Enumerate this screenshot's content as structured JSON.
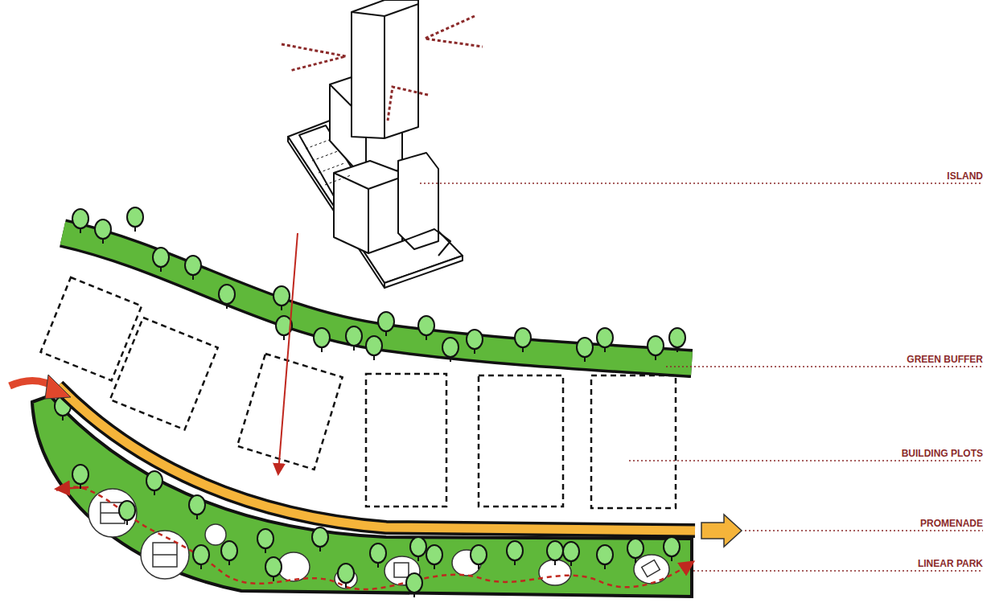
{
  "diagram": {
    "labels": [
      "ISLAND",
      "GREEN BUFFER",
      "BUILDING PLOTS",
      "PROMENADE",
      "LINEAR PARK"
    ]
  }
}
